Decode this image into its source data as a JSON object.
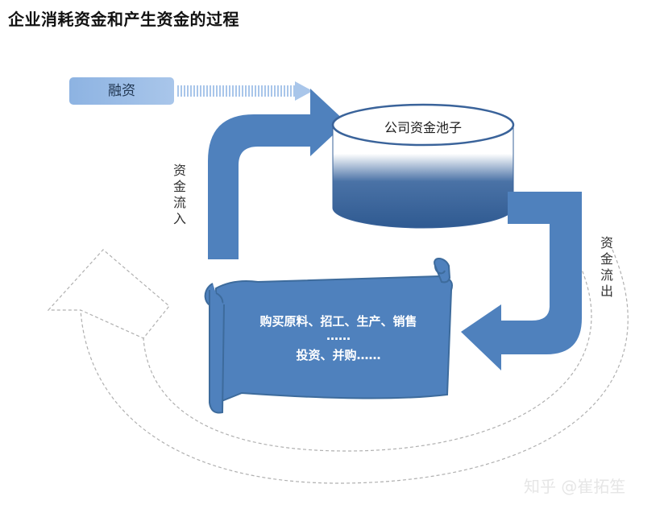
{
  "title": "企业消耗资金和产生资金的过程",
  "financing": {
    "label": "融资"
  },
  "pool": {
    "label": "公司资金池子"
  },
  "inflow": {
    "label": "资金流入"
  },
  "outflow": {
    "label": "资金流出"
  },
  "scroll": {
    "line1": "购买原料、招工、生产、销售",
    "line2": "……",
    "line3": "投资、并购……"
  },
  "watermark": "知乎 @崔拓笙",
  "colors": {
    "arrow": "#4f81bd",
    "arrow_dark": "#3d6b9c",
    "financing_box": "#8db3e2",
    "pool_top": "#ffffff",
    "pool_body": "#3a639a",
    "scroll_fill": "#4f81bd",
    "dashed": "#a6a6a6"
  }
}
